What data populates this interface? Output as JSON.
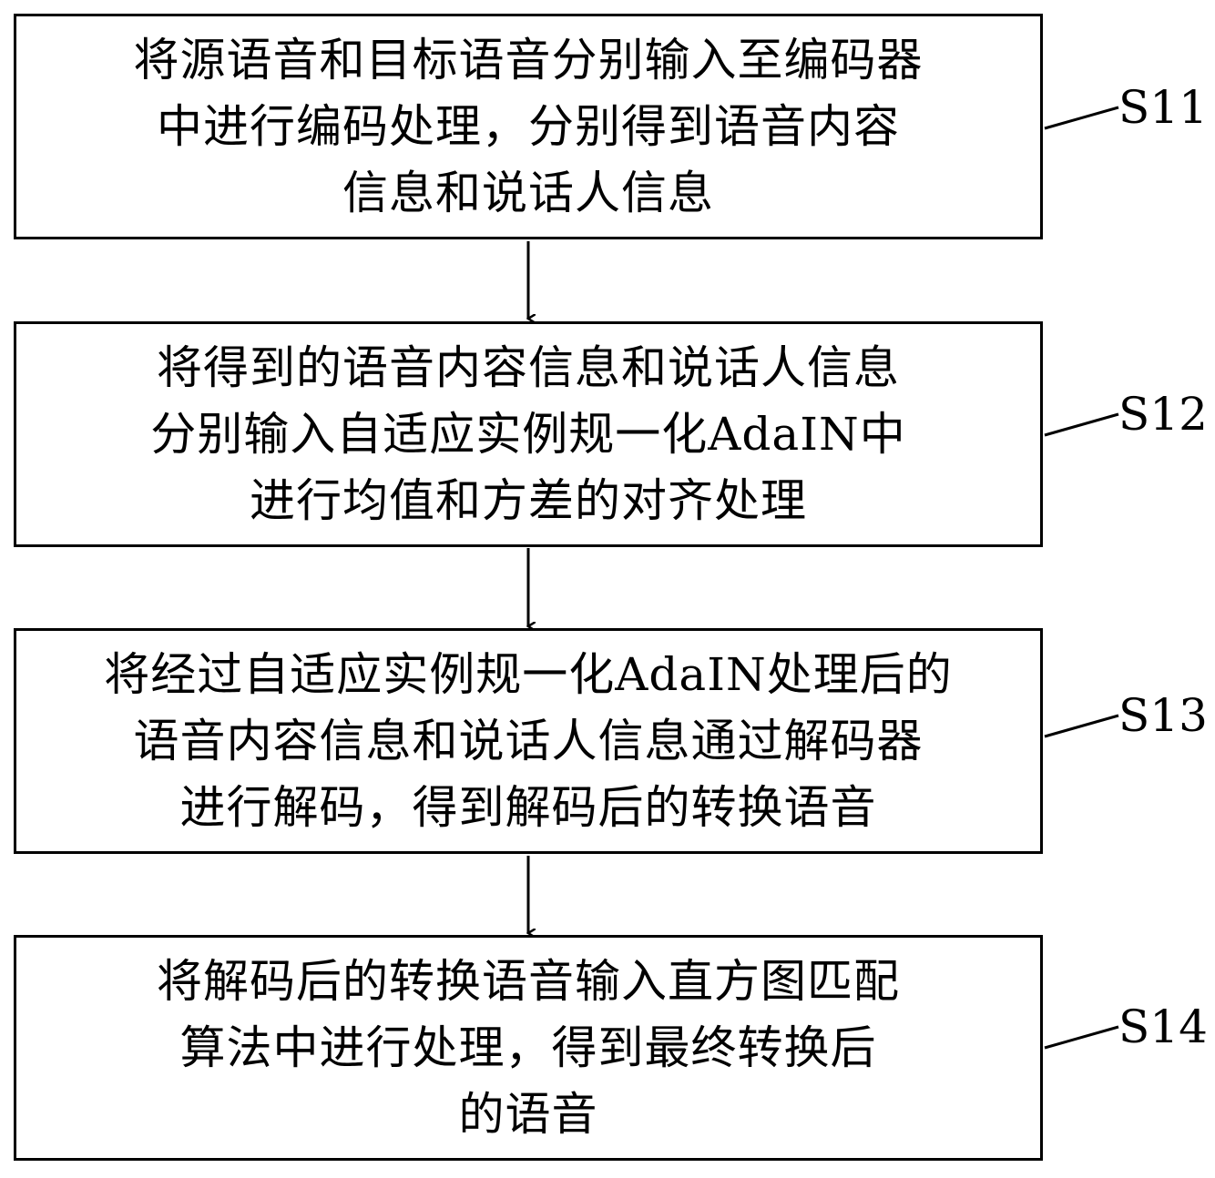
{
  "steps": [
    {
      "id": "S11",
      "lines": [
        "将源语音和目标语音分别输入至编码器",
        "中进行编码处理，分别得到语音内容",
        "信息和说话人信息"
      ]
    },
    {
      "id": "S12",
      "lines": [
        "将得到的语音内容信息和说话人信息",
        "分别输入自适应实例规一化AdaIN中",
        "进行均值和方差的对齐处理"
      ]
    },
    {
      "id": "S13",
      "lines": [
        "将经过自适应实例规一化AdaIN处理后的",
        "语音内容信息和说话人信息通过解码器",
        "进行解码，得到解码后的转换语音"
      ]
    },
    {
      "id": "S14",
      "lines": [
        "将解码后的转换语音输入直方图匹配",
        "算法中进行处理，得到最终转换后",
        "的语音"
      ]
    }
  ]
}
